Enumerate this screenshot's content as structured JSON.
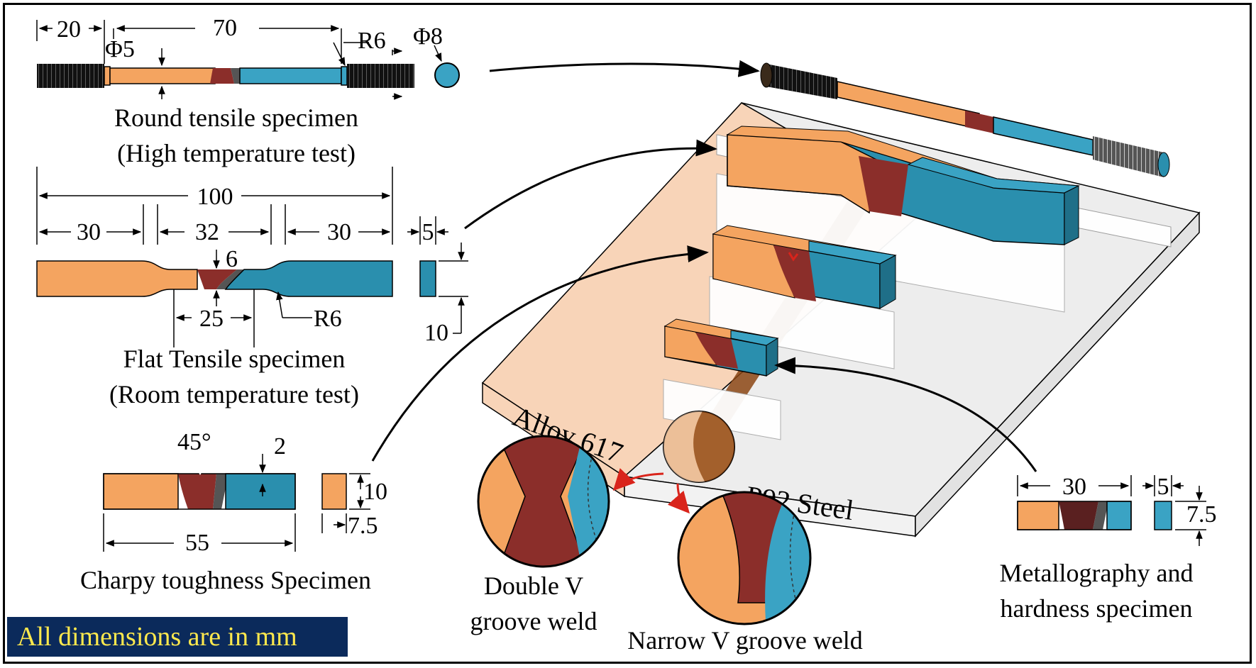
{
  "colors": {
    "alloy617": "#f4a460",
    "p92": "#3aa3c4",
    "p92_dark": "#2a8fae",
    "weld": "#8b2e2a",
    "haz": "#555555",
    "plate_left": "#f8d4b8",
    "plate_right": "#f2f2f2",
    "note_bg": "#0b2a5b",
    "note_text": "#ffe94d",
    "arrow_red": "#d9241b"
  },
  "round_tensile": {
    "title_line1": "Round tensile specimen",
    "title_line2": "(High temperature test)",
    "dim_grip": "20",
    "dim_length": "70",
    "dim_diameter": "Φ5",
    "dim_radius": "R6",
    "dim_end_diameter": "Φ8"
  },
  "flat_tensile": {
    "title_line1": "Flat Tensile specimen",
    "title_line2": "(Room temperature test)",
    "dim_total": "100",
    "dim_left": "30",
    "dim_mid": "32",
    "dim_right": "30",
    "dim_thickness": "5",
    "dim_width": "6",
    "dim_gauge": "25",
    "dim_radius": "R6",
    "dim_height": "10"
  },
  "charpy": {
    "title": "Charpy toughness Specimen",
    "dim_angle": "45°",
    "dim_notch": "2",
    "dim_height": "10",
    "dim_width": "7.5",
    "dim_length": "55"
  },
  "metallography": {
    "title_line1": "Metallography and",
    "title_line2": "hardness specimen",
    "dim_length": "30",
    "dim_thickness": "5",
    "dim_height": "7.5"
  },
  "plate": {
    "label_left": "Alloy 617",
    "label_right": "P92 Steel"
  },
  "welds": {
    "double_v_line1": "Double V",
    "double_v_line2": "groove weld",
    "narrow_v": "Narrow V groove weld"
  },
  "note": "All dimensions are in mm"
}
